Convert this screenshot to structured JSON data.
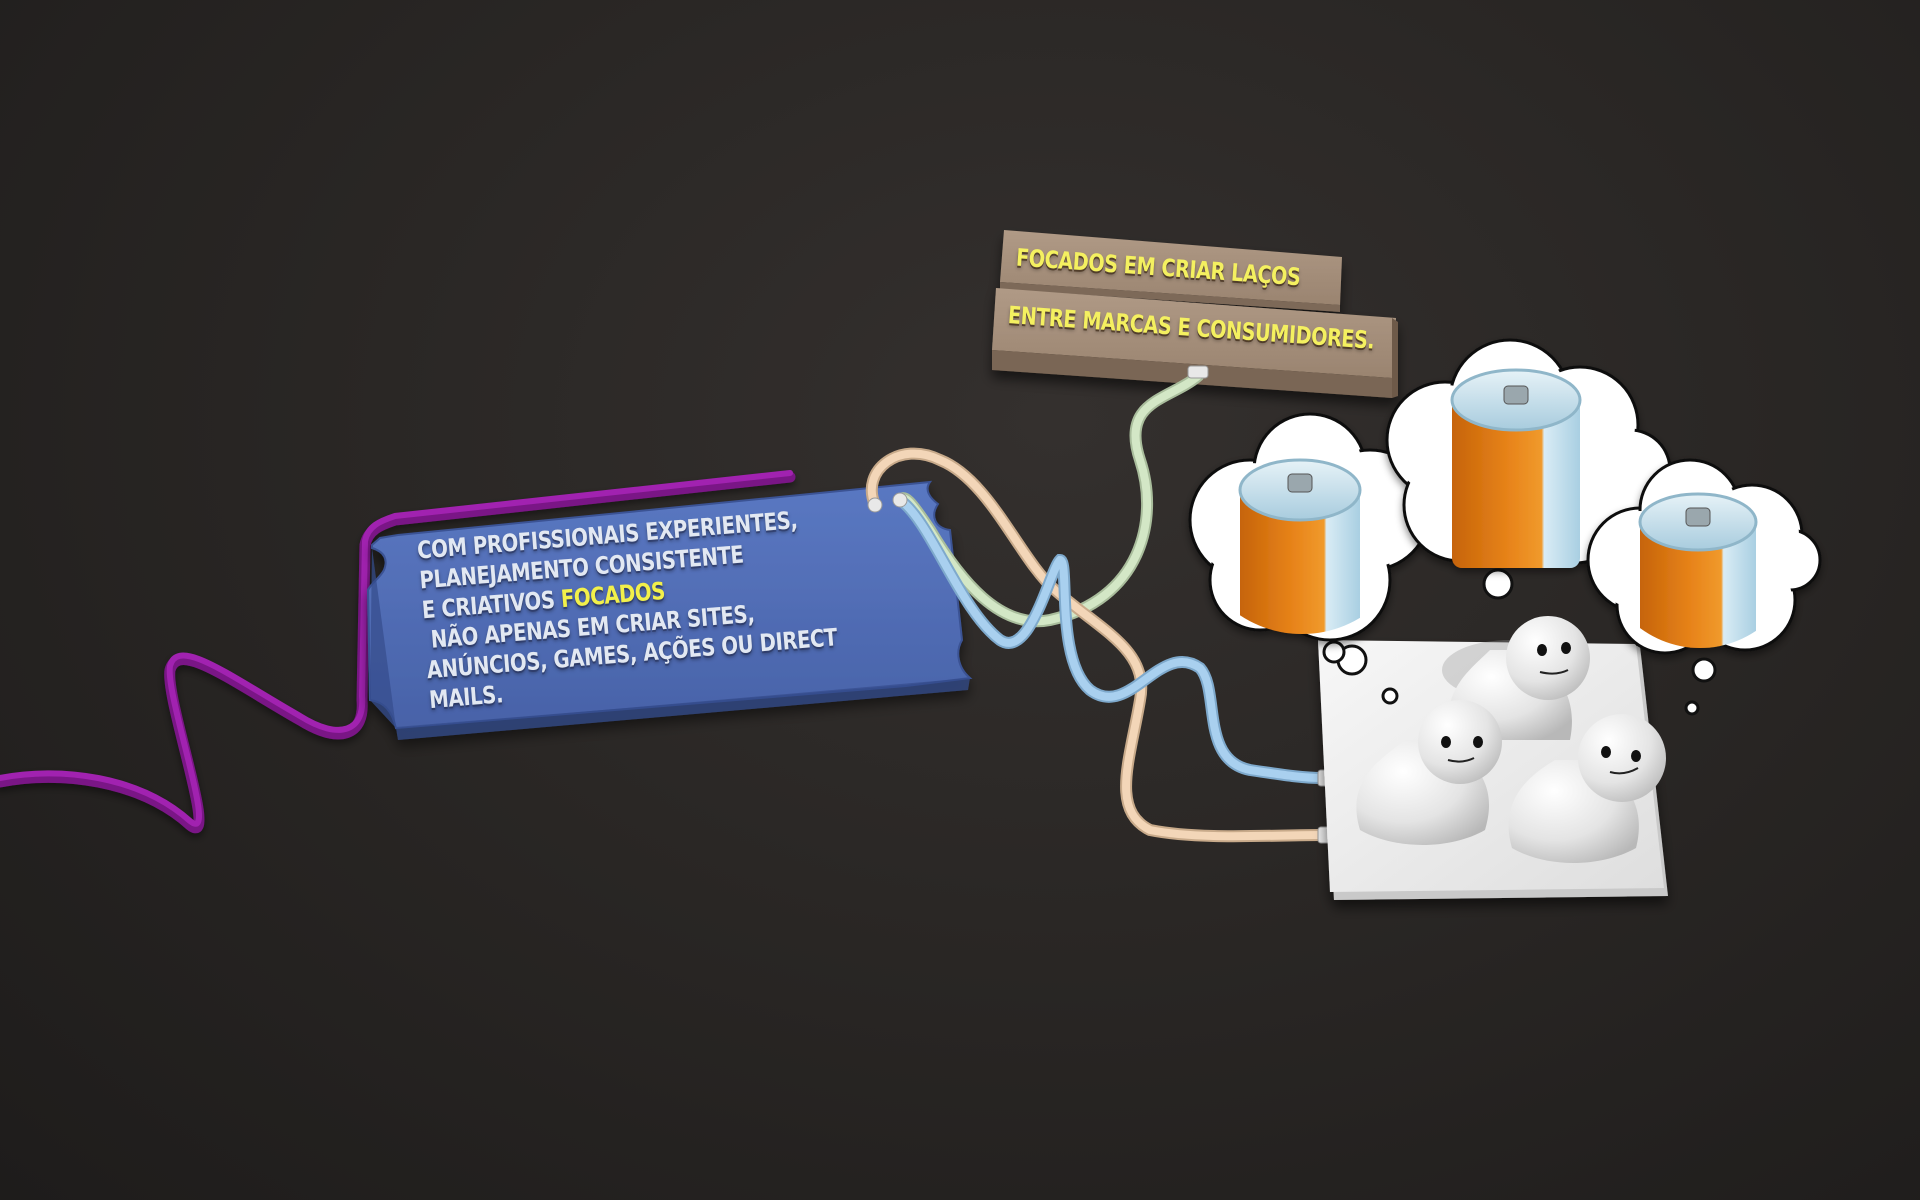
{
  "plaque": {
    "line1": "Com profissionais experientes,",
    "line2": "planejamento consistente",
    "line3_prefix": "e criativos ",
    "line3_highlight": "Focados",
    "line3_suffix": " não apenas em criar sites,",
    "line4": "anúncios, games, ações ou direct mails."
  },
  "sign": {
    "line1": "Focados em criar laços",
    "line2": "entre marcas e consumidores."
  },
  "colors": {
    "plaque_blue": "#4f6cb4",
    "ribbon_purple": "#8f1a9c",
    "highlight_yellow": "#f2f04a",
    "sign_brown": "#a78f79",
    "tube_peach": "#f1d2b2",
    "tube_mint": "#cfe3c2",
    "tube_blue": "#a6cdec",
    "can_orange": "#e07a10",
    "can_blue": "#bcdcec"
  },
  "icons": [
    "thought-cloud-icon",
    "beverage-can-icon",
    "figure-pawn-icon",
    "tube-connector-icon"
  ]
}
